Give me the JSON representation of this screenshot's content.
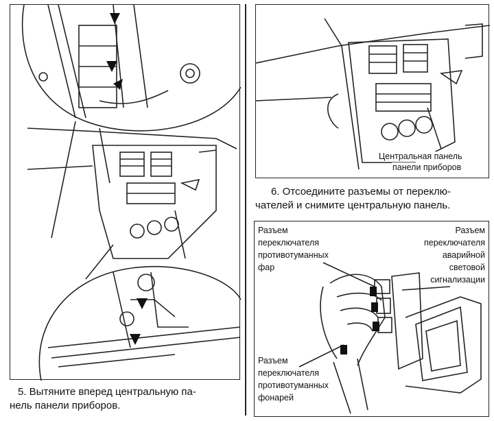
{
  "figures": {
    "fig5": {
      "caption_line1": "5. Вытяните вперед центральную па-",
      "caption_line2": "нель панели приборов."
    },
    "fig6": {
      "panel_label_line1": "Центральная панель",
      "panel_label_line2": "панели приборов",
      "caption_line1": "6. Отсоедините разъемы от переклю-",
      "caption_line2": "чателей и снимите центральную панель."
    },
    "fig7": {
      "fog_lamp_connector": [
        "Разъем",
        "переключателя",
        "противотуманных",
        "фар"
      ],
      "hazard_connector": [
        "Разъем",
        "переключателя",
        "аварийной",
        "световой",
        "сигнализации"
      ],
      "rear_fog_connector": [
        "Разъем",
        "переключателя",
        "противотуманных",
        "фонарей"
      ]
    }
  }
}
